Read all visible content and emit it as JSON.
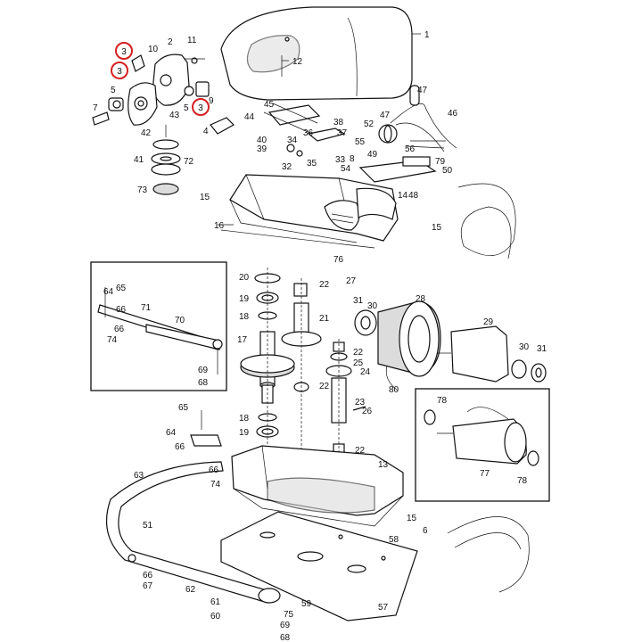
{
  "diagram": {
    "highlight_color": "#d62020",
    "highlighted_part": "3",
    "part_labels": {
      "p1": "1",
      "p2": "2",
      "p3a": "3",
      "p3b": "3",
      "p3c": "3",
      "p4": "4",
      "p5a": "5",
      "p5b": "5",
      "p6": "6",
      "p7": "7",
      "p8": "8",
      "p9": "9",
      "p10": "10",
      "p11": "11",
      "p12": "12",
      "p13": "13",
      "p14": "14",
      "p15a": "15",
      "p15b": "15",
      "p15c": "15",
      "p16": "16",
      "p17": "17",
      "p18a": "18",
      "p18b": "18",
      "p19a": "19",
      "p19b": "19",
      "p20": "20",
      "p21": "21",
      "p22a": "22",
      "p22b": "22",
      "p22c": "22",
      "p22d": "22",
      "p23": "23",
      "p24": "24",
      "p25": "25",
      "p26": "26",
      "p27": "27",
      "p28": "28",
      "p29": "29",
      "p30a": "30",
      "p30b": "30",
      "p31a": "31",
      "p31b": "31",
      "p32": "32",
      "p33": "33",
      "p34": "34",
      "p35": "35",
      "p36": "36",
      "p37": "37",
      "p38": "38",
      "p39": "39",
      "p40": "40",
      "p41": "41",
      "p42": "42",
      "p43": "43",
      "p44": "44",
      "p45": "45",
      "p46": "46",
      "p47a": "47",
      "p47b": "47",
      "p48": "48",
      "p49": "49",
      "p50": "50",
      "p51": "51",
      "p52": "52",
      "p54": "54",
      "p55": "55",
      "p56": "56",
      "p57": "57",
      "p58": "58",
      "p59": "59",
      "p60": "60",
      "p61": "61",
      "p62": "62",
      "p63": "63",
      "p64a": "64",
      "p64b": "64",
      "p65a": "65",
      "p65b": "65",
      "p66a": "66",
      "p66b": "66",
      "p66c": "66",
      "p66d": "66",
      "p66e": "66",
      "p67": "67",
      "p68a": "68",
      "p68b": "68",
      "p69a": "69",
      "p69b": "69",
      "p70": "70",
      "p71": "71",
      "p72": "72",
      "p73": "73",
      "p74a": "74",
      "p74b": "74",
      "p75": "75",
      "p76": "76",
      "p77": "77",
      "p78a": "78",
      "p78b": "78",
      "p79": "79",
      "p80": "80"
    }
  }
}
